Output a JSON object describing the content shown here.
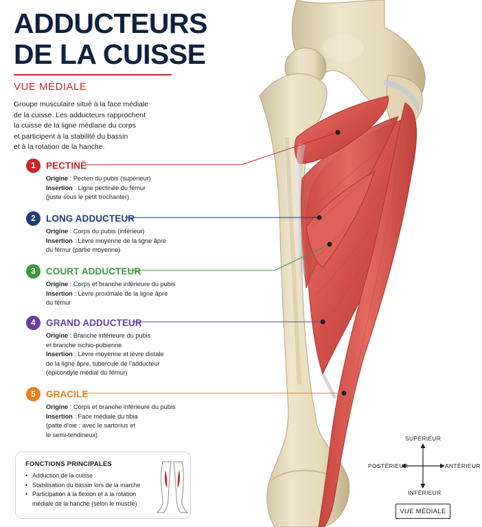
{
  "title": {
    "line1": "ADDUCTEURS",
    "line2": "DE LA CUISSE"
  },
  "subtitle": "VUE MÉDIALE",
  "intro": {
    "lines": [
      "Groupe musculaire situé à la face médiale",
      "de la cuisse. Les adducteurs rapprochent",
      "la cuisse de la ligne médiane du corps",
      "et participent à la stabilité du bassin",
      "et à la rotation de la hanche."
    ]
  },
  "muscles": [
    {
      "number": "1",
      "name": "PECTINÉ",
      "color": "#c8262c",
      "lines": [
        {
          "label": "Origine",
          "text": " : Pecten du pubis (supérieur)"
        },
        {
          "label": "Insertion",
          "text": " : Ligne pectinée du fémur"
        },
        {
          "label": "",
          "text": "(juste sous le petit trochanter)"
        }
      ]
    },
    {
      "number": "2",
      "name": "LONG ADDUCTEUR",
      "color": "#1d3c78",
      "lines": [
        {
          "label": "Origine",
          "text": " : Corps du pubis (inférieur)"
        },
        {
          "label": "Insertion",
          "text": " : Lèvre moyenne de la ligne âpre"
        },
        {
          "label": "",
          "text": "du fémur (partie moyenne)"
        }
      ]
    },
    {
      "number": "3",
      "name": "COURT ADDUCTEUR",
      "color": "#3b9a3a",
      "lines": [
        {
          "label": "Origine",
          "text": " : Corps et branche inférieure du pubis"
        },
        {
          "label": "Insertion",
          "text": " : Lèvre proximale de la ligne âpre"
        },
        {
          "label": "",
          "text": "du fémur"
        }
      ]
    },
    {
      "number": "4",
      "name": "GRAND ADDUCTEUR",
      "color": "#6a3ea1",
      "lines": [
        {
          "label": "Origine",
          "text": " : Branche inférieure du pubis"
        },
        {
          "label": "",
          "text": "et branche ischio-pubienne"
        },
        {
          "label": "Insertion",
          "text": " : Lèvre moyenne et lèvre distale"
        },
        {
          "label": "",
          "text": "de la ligne âpre, tubercule de l'adducteur"
        },
        {
          "label": "",
          "text": "(épicondyle médial du fémur)"
        }
      ]
    },
    {
      "number": "5",
      "name": "GRACILE",
      "color": "#e4801f",
      "lines": [
        {
          "label": "Origine",
          "text": " : Corps et branche inférieure du pubis"
        },
        {
          "label": "Insertion",
          "text": " : Face médiale du tibia"
        },
        {
          "label": "",
          "text": "(patte d'oie : avec le sartorius et"
        },
        {
          "label": "",
          "text": "le semi-tendineux)"
        }
      ]
    }
  ],
  "functions": {
    "title": "FONCTIONS PRINCIPALES",
    "items": [
      "Adduction de la cuisse",
      "Stabilisation du bassin lors de la marche",
      "Participation à la flexion et à la rotation médiale de la hanche (selon le muscle)"
    ]
  },
  "compass": {
    "top": "SUPÉRIEUR",
    "bottom": "INFÉRIEUR",
    "left": "POSTÉRIEUR",
    "right": "ANTÉRIEUR"
  },
  "view_badge": "VUE MÉDIALE",
  "colors": {
    "navy": "#10213f",
    "red": "#c8262c",
    "muscle": "#d9534f",
    "bone": "#e8dcc0"
  }
}
